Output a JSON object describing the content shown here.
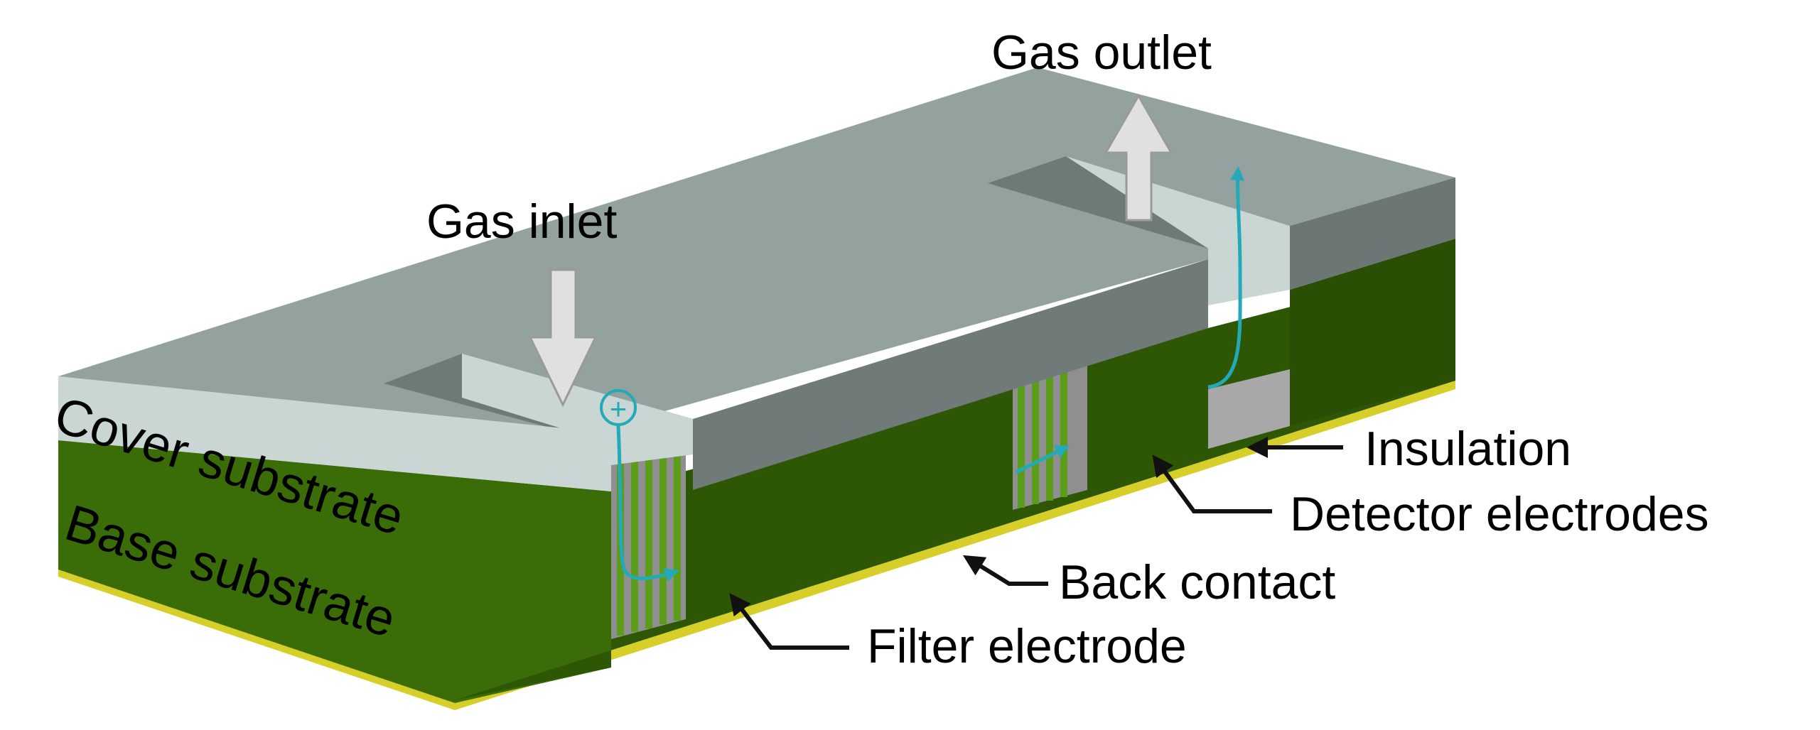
{
  "labels": {
    "gas_outlet": "Gas outlet",
    "gas_inlet": "Gas inlet",
    "cover_substrate": "Cover substrate",
    "base_substrate": "Base substrate",
    "insulation": "Insulation",
    "detector_electrodes": "Detector electrodes",
    "back_contact": "Back contact",
    "filter_electrode": "Filter electrode"
  },
  "ion_symbol": "+",
  "colors": {
    "cover_top": "#94a39f",
    "cover_side_light": "#c8d5d3",
    "cover_side_dark": "#6f7a78",
    "base_front": "#3b6e08",
    "base_front_dark": "#2b5204",
    "base_side": "#2f5a05",
    "back_contact": "#d6cf2a",
    "insulation": "#a8a8a8",
    "electrode_stripe": "#5b9c1a",
    "ion_path": "#22aab8",
    "flow_arrow": "#e0e0e0",
    "pointer_arrow": "#111111"
  }
}
